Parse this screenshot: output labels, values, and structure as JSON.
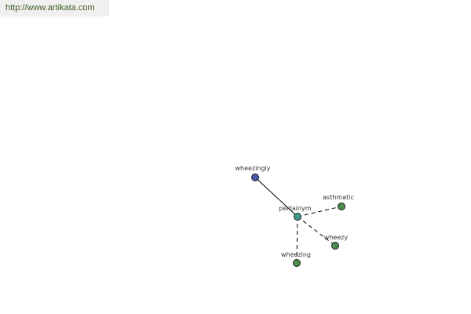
{
  "header": {
    "url": "http://www.artikata.com"
  },
  "colors": {
    "url_text": "#3f5f1f",
    "url_background": "#f0f0f0",
    "node_source": "#4a5aa8",
    "node_center": "#3c9a8a",
    "node_related": "#4a8a4a"
  },
  "graph": {
    "nodes": [
      {
        "id": "wheezingly",
        "label": "wheezingly",
        "kind": "source"
      },
      {
        "id": "pertainym",
        "label": "pertainym",
        "kind": "center"
      },
      {
        "id": "asthmatic",
        "label": "asthmatic",
        "kind": "related"
      },
      {
        "id": "wheezy",
        "label": "wheezy",
        "kind": "related"
      },
      {
        "id": "wheezing",
        "label": "wheezing",
        "kind": "related"
      }
    ],
    "edges": [
      {
        "from": "wheezingly",
        "to": "pertainym",
        "style": "solid"
      },
      {
        "from": "pertainym",
        "to": "asthmatic",
        "style": "dashed"
      },
      {
        "from": "pertainym",
        "to": "wheezy",
        "style": "dashed"
      },
      {
        "from": "pertainym",
        "to": "wheezing",
        "style": "dashed"
      }
    ]
  }
}
